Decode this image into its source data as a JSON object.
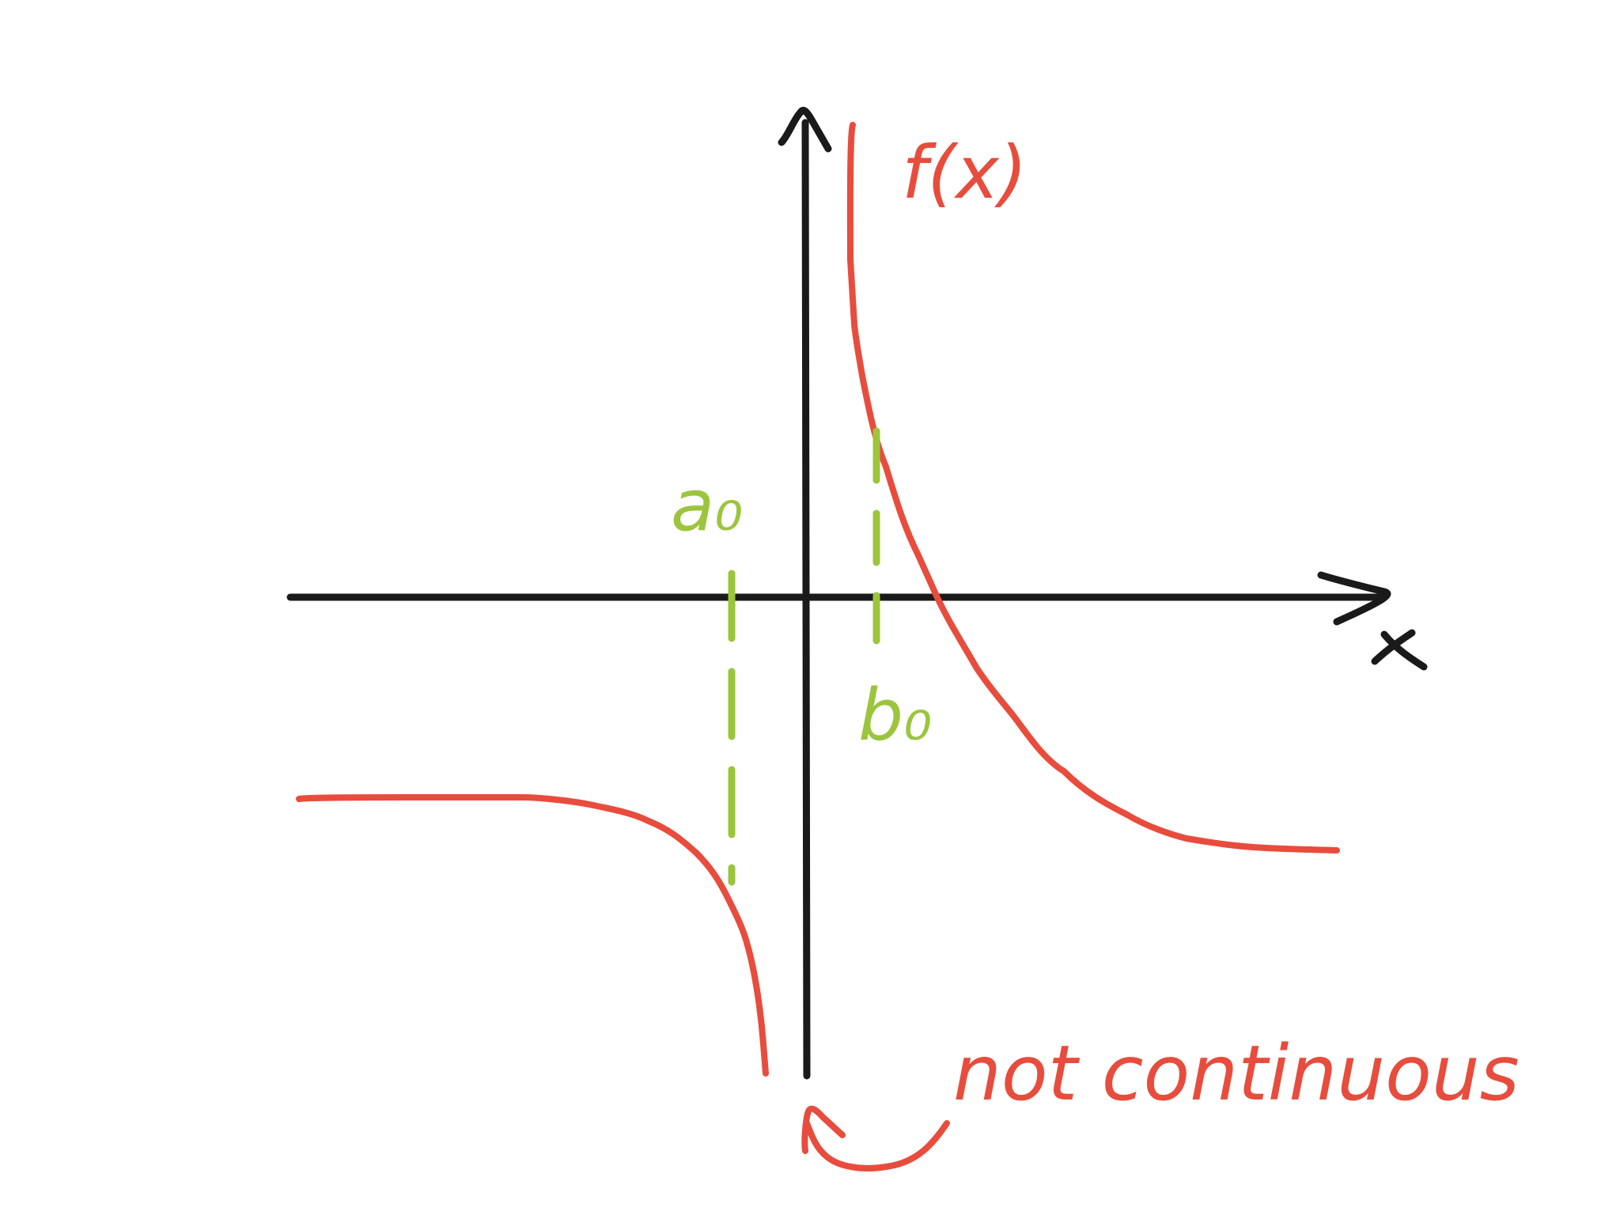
{
  "diagram": {
    "function_label": "f(x)",
    "x_axis_label": "x",
    "point_a_label": "a₀",
    "point_b_label": "b₀",
    "annotation": "not continuous"
  },
  "colors": {
    "axis": "#1a1a1a",
    "curve": "#e84c3d",
    "guide": "#9bc53d",
    "background": "#ffffff"
  }
}
